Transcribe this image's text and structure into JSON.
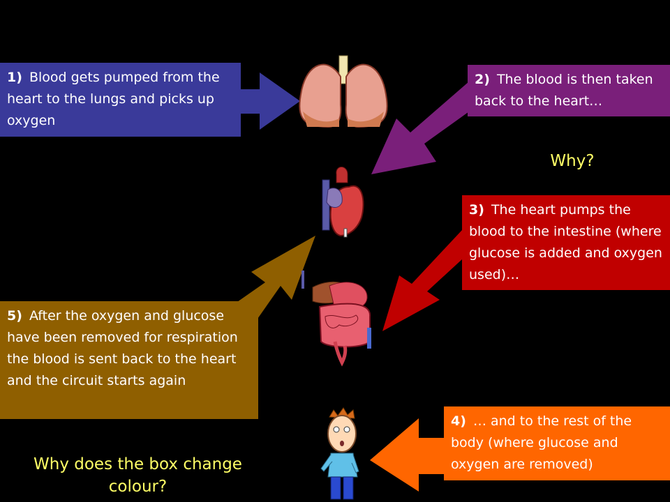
{
  "steps": [
    {
      "num": "1)",
      "text": "Blood gets pumped from the heart to the lungs and picks up oxygen",
      "color": "#3a3a9a"
    },
    {
      "num": "2)",
      "text": "The blood is then taken back to the heart…",
      "color": "#7a1f7a"
    },
    {
      "num": "3)",
      "text": "The heart pumps the blood to the intestine (where glucose is added and oxygen used)…",
      "color": "#c00000"
    },
    {
      "num": "4)",
      "text": "… and to the rest of the body (where glucose and oxygen are removed)",
      "color": "#ff6600"
    },
    {
      "num": "5)",
      "text": "After the oxygen and glucose have been removed for respiration the blood is sent back to the heart and the circuit starts again",
      "color": "#8f5f00"
    }
  ],
  "questions": {
    "why": "Why?",
    "colour": "Why does the box change colour?"
  },
  "images": [
    "lungs-icon",
    "heart-icon",
    "digestive-system-icon",
    "boy-body-icon"
  ]
}
